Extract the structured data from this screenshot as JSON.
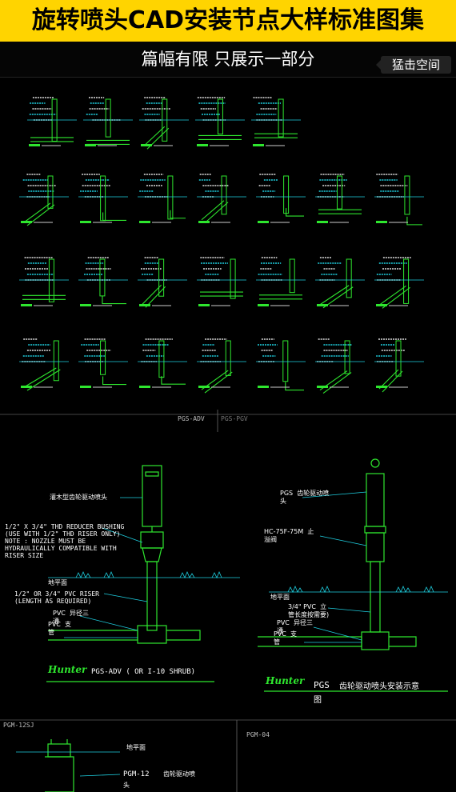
{
  "header": {
    "title": "旋转喷头CAD安装节点大样标准图集",
    "subtitle": "篇幅有限  只展示一部分",
    "badge": "猛击空间"
  },
  "colors": {
    "banner": "#ffd400",
    "line_green": "#2ee62e",
    "line_cyan": "#1ecfe0",
    "background": "#000000"
  },
  "overview": {
    "sheet_labels": [
      "PGS-ADV",
      "PGS-PGV"
    ]
  },
  "detail_left": {
    "labels": {
      "head": "灌木型齿轮驱动喷头",
      "bushing": "1/2\" X 3/4\" THD REDUCER BUSHING\n(USE WITH 1/2\" THD RISER ONLY)\nNOTE : NOZZLE MUST BE\nHYDRAULICALLY COMPATIBLE WITH\nRISER SIZE",
      "ground": "地平面",
      "riser": "1/2\" OR 3/4\" PVC RISER\n(LENGTH AS REQUIRED)",
      "tee": "PVC  异径三\n通",
      "pipe": "PVC  支\n管"
    },
    "brand": "Hunter",
    "caption": "PGS-ADV ( OR I-10 SHRUB)"
  },
  "detail_right": {
    "labels": {
      "head": "PGS  齿轮驱动喷\n头",
      "valve": "HC-75F-75M  止\n溢阀",
      "ground": "地平面",
      "riser": "3/4\" PVC  立\n管长度按需要)",
      "tee": "PVC  异径三\n通",
      "pipe": "PVC  支\n管"
    },
    "brand": "Hunter",
    "caption_code": "PGS",
    "caption_text": "齿轮驱动喷头安装示意",
    "caption_tail": "图"
  },
  "detail_bottom_left": {
    "sheet": "PGM-12SJ",
    "ground": "地平面",
    "head_code": "PGM-12",
    "head_text": "齿轮驱动喷",
    "head_tail": "头"
  },
  "detail_bottom_right": {
    "sheet": "PGM-04"
  }
}
